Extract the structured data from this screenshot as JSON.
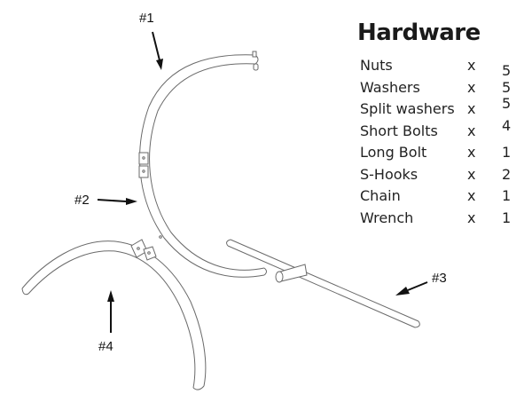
{
  "hardware": {
    "title": "Hardware",
    "items": [
      {
        "name": "Nuts",
        "x": "x",
        "qty": "5"
      },
      {
        "name": "Washers",
        "x": "x",
        "qty": "5"
      },
      {
        "name": "Split washers",
        "x": "x",
        "qty": "5"
      },
      {
        "name": "Short Bolts",
        "x": "x",
        "qty": "4"
      },
      {
        "name": "Long Bolt",
        "x": "x",
        "qty": "1"
      },
      {
        "name": "S-Hooks",
        "x": "x",
        "qty": "2"
      },
      {
        "name": "Chain",
        "x": "x",
        "qty": "1"
      },
      {
        "name": "Wrench",
        "x": "x",
        "qty": "1"
      }
    ]
  },
  "parts": {
    "part1_label": "#1",
    "part2_label": "#2",
    "part3_label": "#3",
    "part4_label": "#4"
  }
}
